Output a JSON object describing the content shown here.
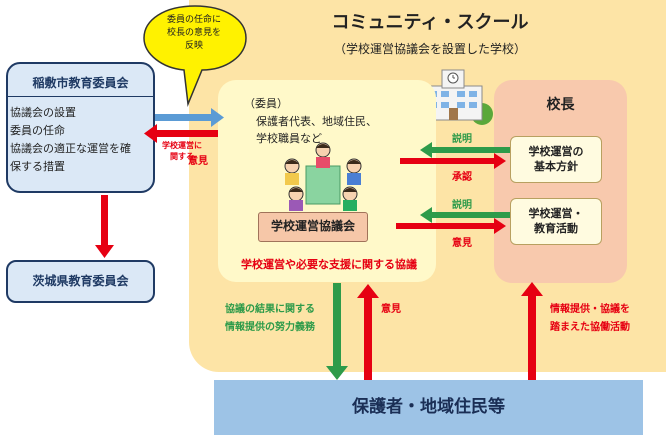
{
  "community_school": {
    "title": "コミュニティ・スクール",
    "subtitle": "（学校運営協議会を設置した学校）"
  },
  "speech_bubble": {
    "lines": [
      "委員の任命に",
      "校長の意見を",
      "反映"
    ]
  },
  "inashiki_board": {
    "title": "稲敷市教育委員会",
    "items": [
      "協議会の設置",
      "委員の任命",
      "協議会の適正な運営を確",
      "保する措置"
    ]
  },
  "ibaraki_board": {
    "title": "茨城県教育委員会"
  },
  "council": {
    "members_heading": "（委員）",
    "members_lines": [
      "保護者代表、地域住民、",
      "学校職員など"
    ],
    "label": "学校運営協議会",
    "deliberation": "学校運営や必要な支援に関する協議"
  },
  "principal": {
    "title": "校長",
    "policy": [
      "学校運営の",
      "基本方針"
    ],
    "activities": [
      "学校運営・",
      "教育活動"
    ]
  },
  "guardians": {
    "label": "保護者・地域住民等"
  },
  "arrows": {
    "opinion_to_board_lines": [
      "学校運営に",
      "関する"
    ],
    "opinion_to_board_tail": "意見",
    "explain_1": "説明",
    "approve": "承認",
    "explain_2": "説明",
    "opinion_2": "意見",
    "info_duty_lines": [
      "協議の結果に関する",
      "情報提供の努力義務"
    ],
    "opinion_3": "意見",
    "collab_lines": [
      "情報提供・協議を",
      "踏まえた協働活動"
    ]
  },
  "colors": {
    "red_arrow": "#e60012",
    "green_arrow": "#2e9b4a",
    "blue_arrow": "#5b9bd5"
  }
}
